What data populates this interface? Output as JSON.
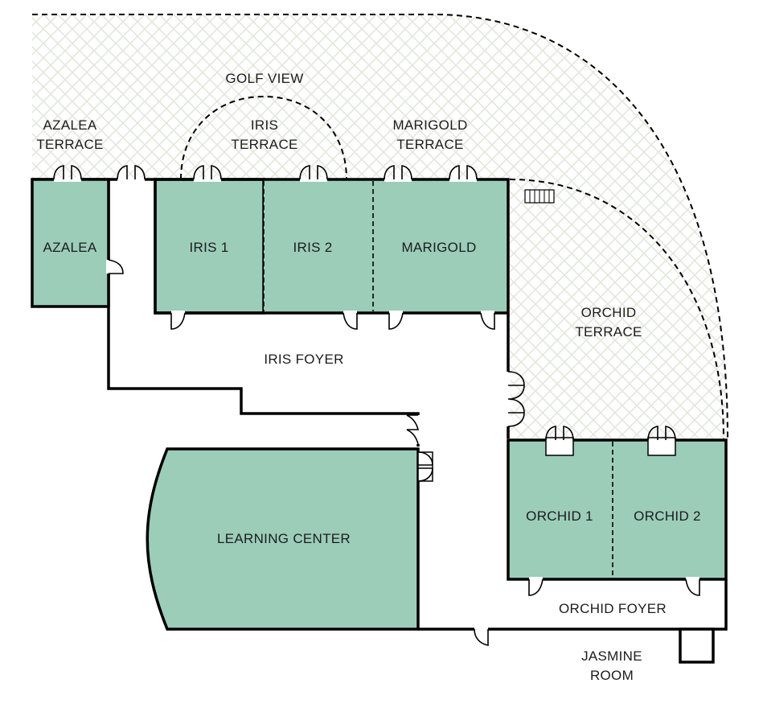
{
  "colors": {
    "room_fill": "#9bcdb9",
    "terrace_pattern": "#e3e7dc",
    "wall": "#000000",
    "background": "#ffffff"
  },
  "rooms": {
    "azalea": "AZALEA",
    "iris_1": "IRIS 1",
    "iris_2": "IRIS 2",
    "marigold": "MARIGOLD",
    "learning_center": "LEARNING CENTER",
    "orchid_1": "ORCHID 1",
    "orchid_2": "ORCHID 2"
  },
  "areas": {
    "golf_view": "GOLF VIEW",
    "azalea_terrace": [
      "AZALEA",
      "TERRACE"
    ],
    "iris_terrace": [
      "IRIS",
      "TERRACE"
    ],
    "marigold_terrace": [
      "MARIGOLD",
      "TERRACE"
    ],
    "orchid_terrace": [
      "ORCHID",
      "TERRACE"
    ],
    "iris_foyer": "IRIS FOYER",
    "orchid_foyer": "ORCHID FOYER",
    "jasmine_room": [
      "JASMINE",
      "ROOM"
    ]
  },
  "icons": {
    "door": "door-swing-icon",
    "stairs": "stairs-icon"
  }
}
